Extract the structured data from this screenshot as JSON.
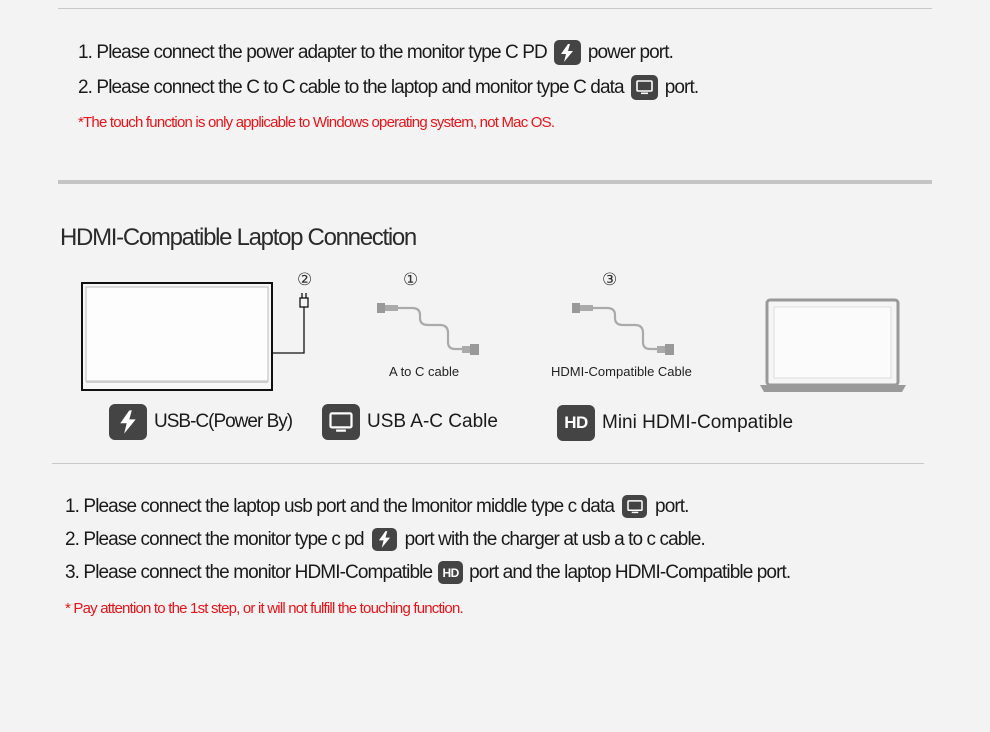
{
  "usbc_section": {
    "step1": {
      "before": "1. Please connect the power adapter to the monitor type C PD",
      "after": "power port."
    },
    "step2": {
      "before": "2. Please connect the C to C cable to the laptop and monitor type C data",
      "after": "port."
    },
    "note": "*The touch function is only applicable to Windows operating system, not Mac OS."
  },
  "hdmi_section": {
    "title": "HDMI-Compatible Laptop Connection",
    "markers": [
      "②",
      "①",
      "③"
    ],
    "cable_captions": [
      "A to C cable",
      "HDMI-Compatible Cable"
    ],
    "legend": [
      {
        "icon": "lightning-icon",
        "label": "USB-C(Power By)"
      },
      {
        "icon": "monitor-icon",
        "label": "USB A-C Cable"
      },
      {
        "icon": "hd-icon",
        "icon_text": "HD",
        "label": "Mini HDMI-Compatible"
      }
    ],
    "steps": [
      {
        "before": "1. Please connect the laptop usb port and the lmonitor middle type c data",
        "after": "port."
      },
      {
        "before": "2. Please connect the monitor type c pd",
        "after": "port with the charger at usb a to c cable."
      },
      {
        "before": "3. Please connect the monitor HDMI-Compatible",
        "after": "port and the laptop HDMI-Compatible port."
      }
    ],
    "note": "* Pay  attention to the 1st step, or it will not fulfill the touching function."
  },
  "colors": {
    "note_red": "#e8141a",
    "icon_bg": "#444444",
    "divider": "#c4c4c4"
  }
}
